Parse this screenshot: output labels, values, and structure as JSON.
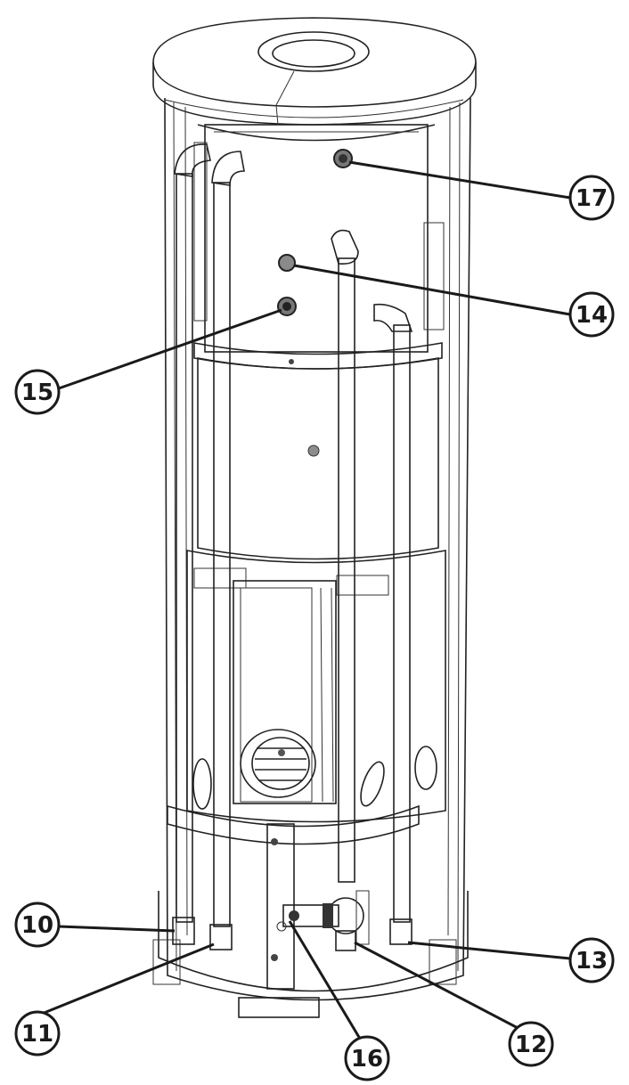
{
  "callouts": [
    {
      "id": "17",
      "label": "17"
    },
    {
      "id": "14",
      "label": "14"
    },
    {
      "id": "15",
      "label": "15"
    },
    {
      "id": "10",
      "label": "10"
    },
    {
      "id": "11",
      "label": "11"
    },
    {
      "id": "13",
      "label": "13"
    },
    {
      "id": "16",
      "label": "16"
    },
    {
      "id": "12",
      "label": "12"
    }
  ],
  "colors": {
    "line": "#222222",
    "panel": "#d9d9d9",
    "panel_light": "#ececec",
    "tank": "#c8c8c8",
    "pipe": "#bfbfbf",
    "callout_stroke": "#1a1a1a"
  }
}
